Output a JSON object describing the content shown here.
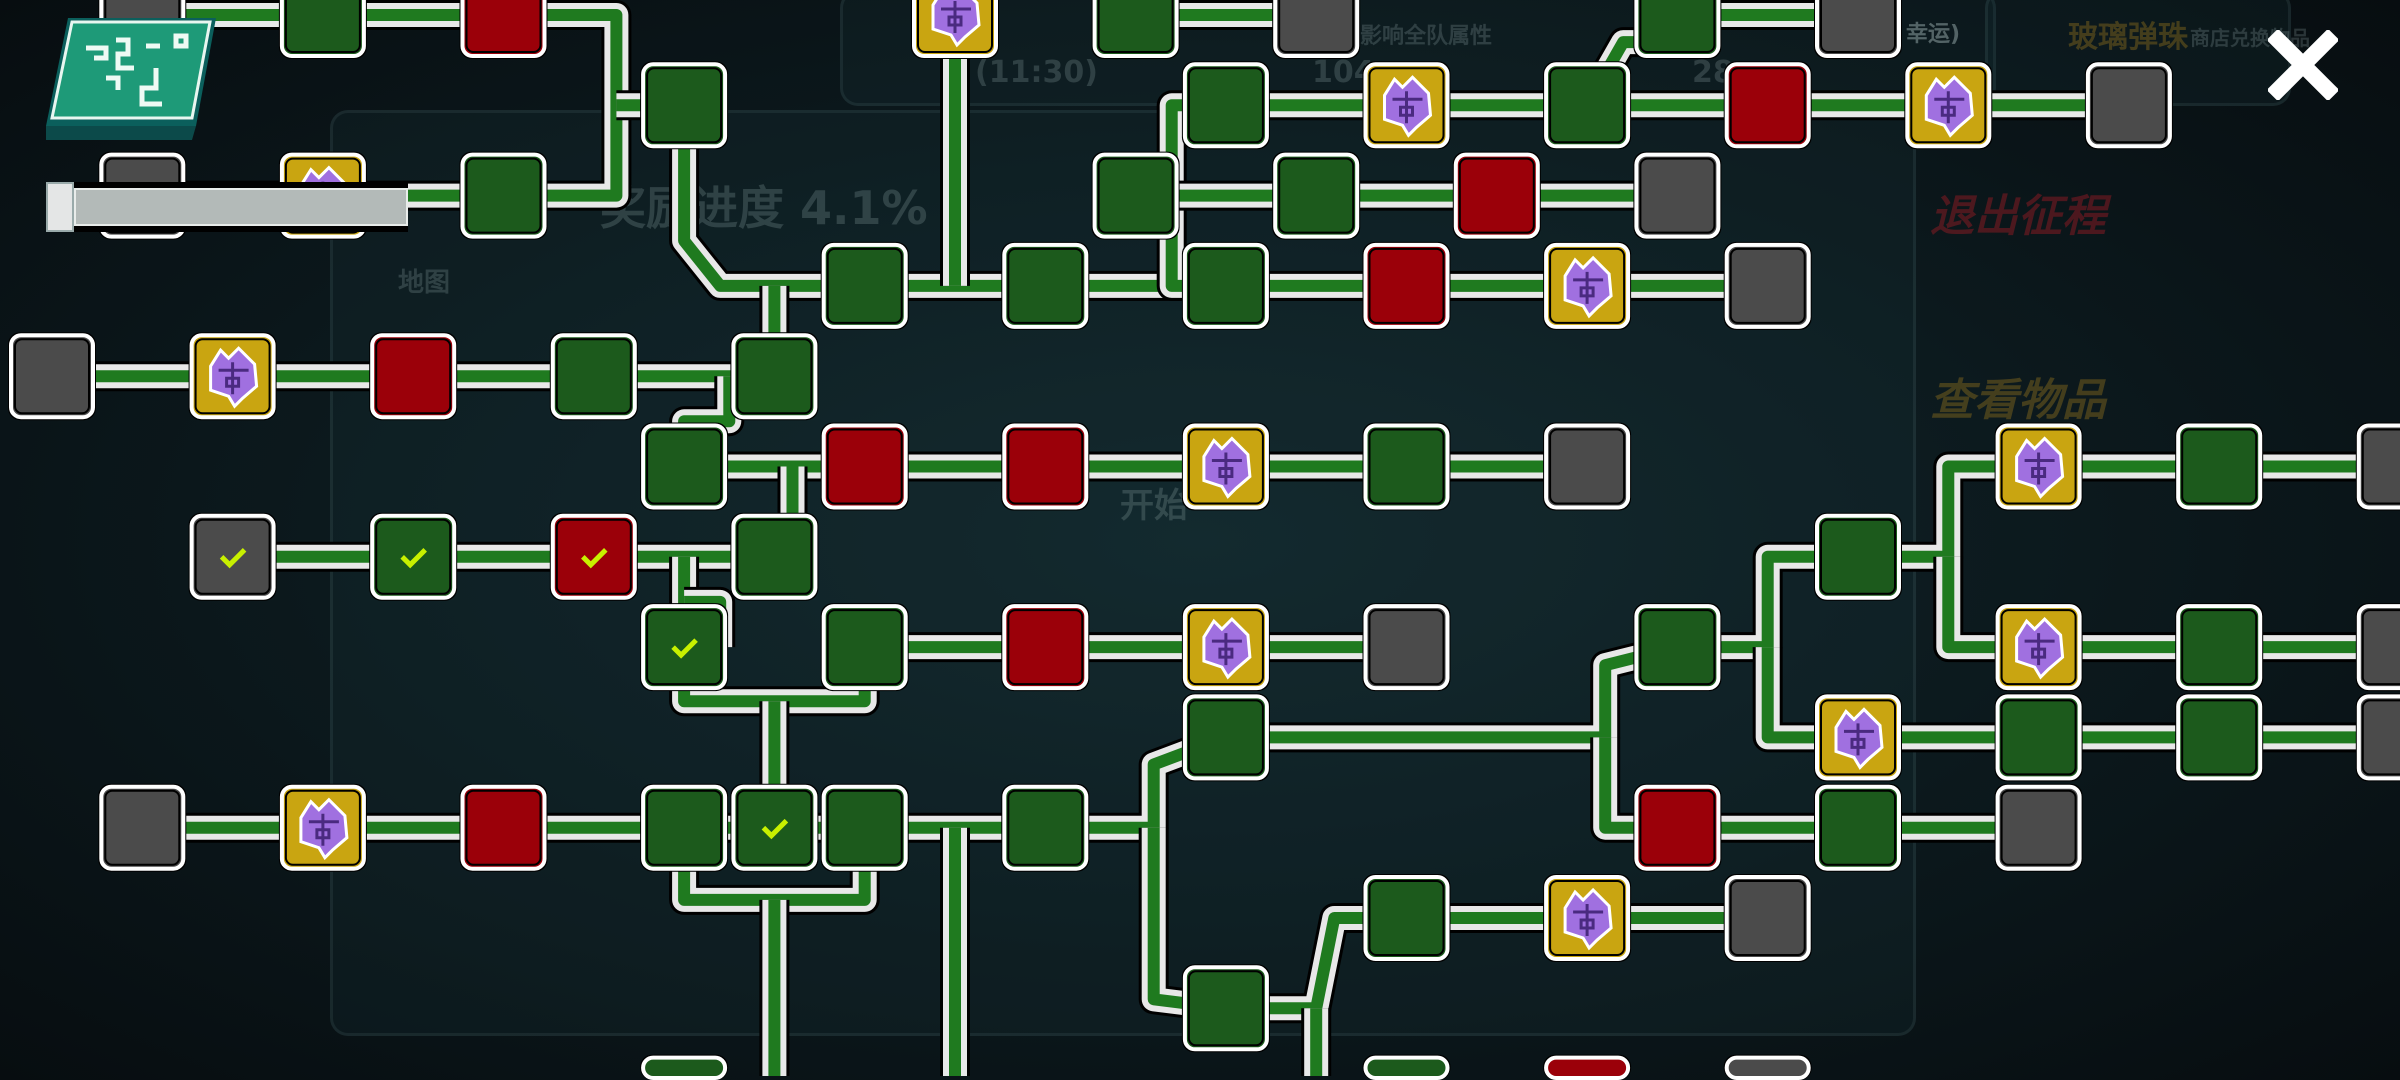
{
  "hud": {
    "map_label": "地图",
    "reward_progress": "奖励进度 4.1%",
    "exit_label": "退出征程",
    "view_items_label": "查看物品",
    "team_attr_label": "影响全队属性",
    "team_attr_value": "104",
    "luck_value": "28",
    "luck_label": "幸运)",
    "timer": "(11:30)",
    "marbles_title": "玻璃弹珠",
    "marbles_sub": "商店兑换物品",
    "start_label": "开始"
  },
  "colors": {
    "background": "#0b171b",
    "edge_green": "#1f7a1f",
    "edge_border": "#e8e8e8",
    "node_green": "#1c5a1c",
    "node_red": "#9b0009",
    "node_gray": "#4b4b4b",
    "node_chest": "#c9a511",
    "chest_purple": "#a070e0",
    "check": "#c8f000",
    "logo_teal": "#1e9a78"
  }
}
